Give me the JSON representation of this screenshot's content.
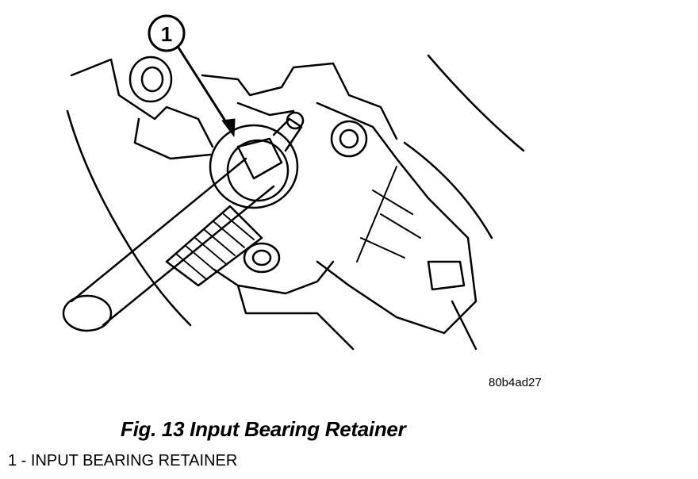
{
  "figure": {
    "callout_number": "1",
    "image_code": "80b4ad27",
    "caption": "Fig. 13 Input Bearing Retainer",
    "legend": [
      {
        "text": "1 - INPUT BEARING RETAINER"
      }
    ]
  },
  "colors": {
    "line": "#000000",
    "background": "#ffffff"
  }
}
